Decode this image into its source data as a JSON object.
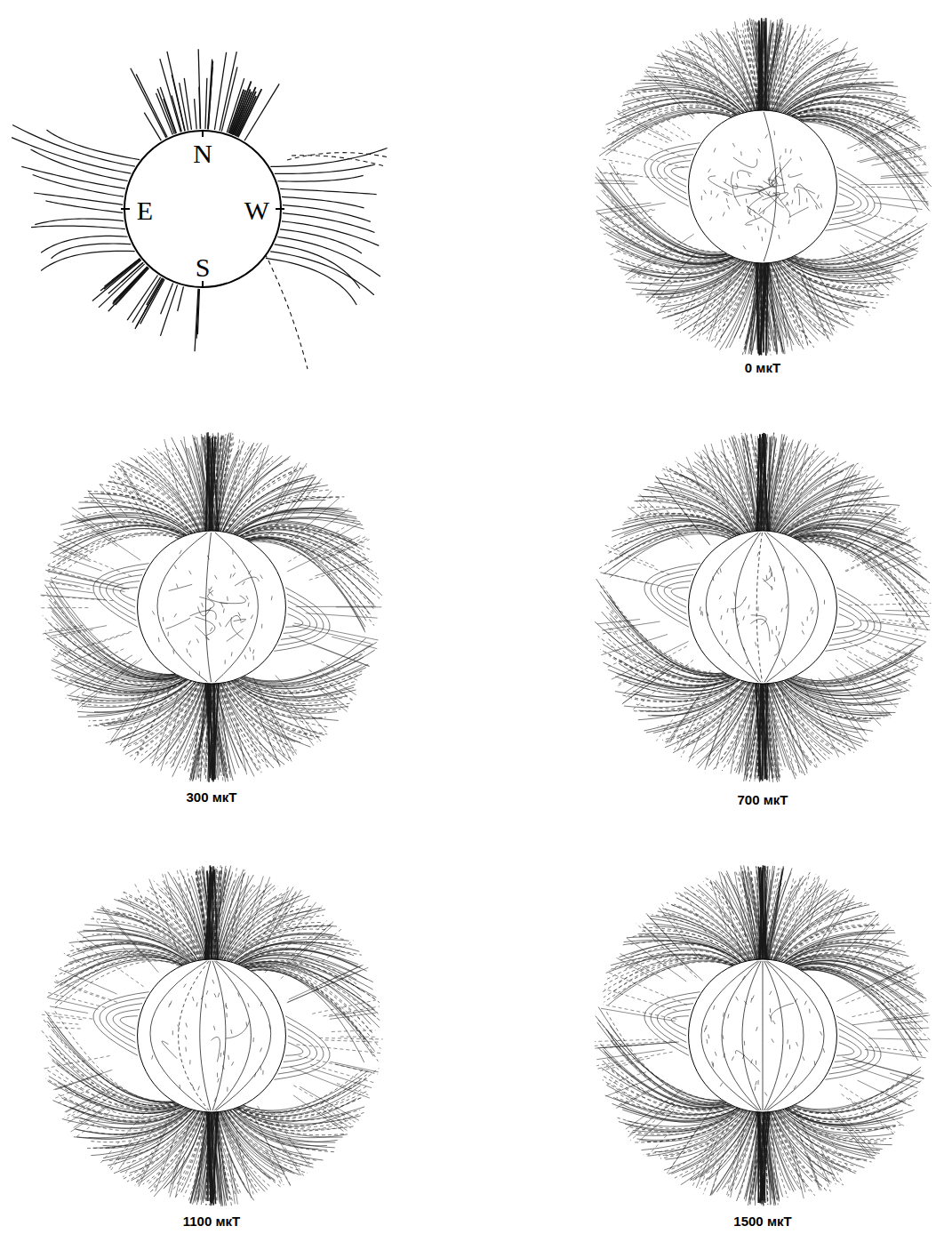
{
  "diagram": {
    "labels": [
      "N",
      "E",
      "W",
      "S",
      "0 мкТ",
      "300 мкТ",
      "700 мкТ",
      "1100 мкТ",
      "1500 мкТ"
    ]
  }
}
